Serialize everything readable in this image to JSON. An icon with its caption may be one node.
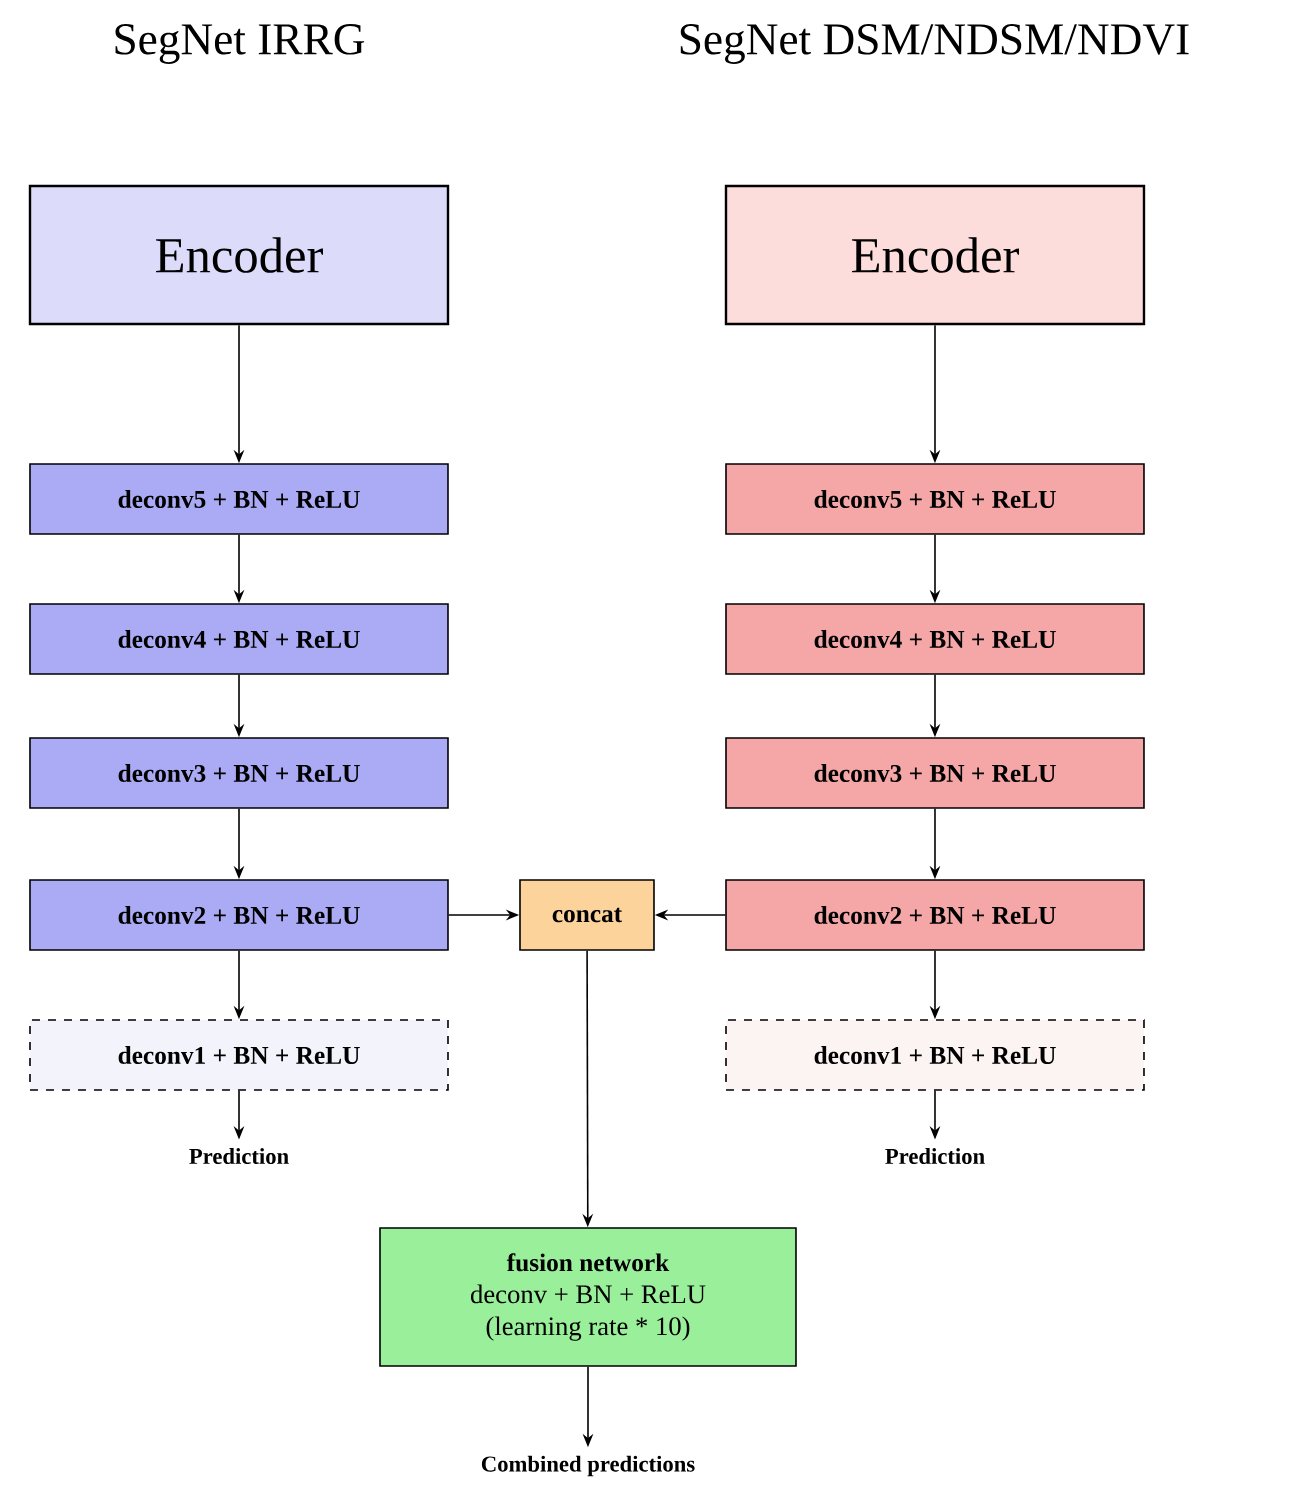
{
  "diagram": {
    "nodes": [
      {
        "text": [
          "Encoder"
        ]
      },
      {
        "text": [
          "deconv5 + BN + ReLU"
        ]
      },
      {
        "text": [
          "deconv4 + BN + ReLU"
        ]
      },
      {
        "text": [
          "deconv3 + BN + ReLU"
        ]
      },
      {
        "text": [
          "deconv2 + BN + ReLU"
        ]
      },
      {
        "text": [
          "deconv1 + BN + ReLU"
        ]
      },
      {
        "text": [
          "Prediction"
        ]
      },
      {
        "text": [
          "Encoder"
        ]
      },
      {
        "text": [
          "deconv5 + BN + ReLU"
        ]
      },
      {
        "text": [
          "deconv4 + BN + ReLU"
        ]
      },
      {
        "text": [
          "deconv3 + BN + ReLU"
        ]
      },
      {
        "text": [
          "deconv2 + BN + ReLU"
        ]
      },
      {
        "text": [
          "deconv1 + BN + ReLU"
        ]
      },
      {
        "text": [
          "Prediction"
        ]
      },
      {
        "text": [
          "concat"
        ]
      },
      {
        "text": [
          "fusion network",
          "deconv + BN + ReLU",
          "(learning rate * 10)"
        ]
      },
      {
        "text": [
          "Combined predictions"
        ]
      }
    ],
    "edges": [
      {
        "from": 0,
        "to": 1,
        "arrow": "to"
      },
      {
        "from": 1,
        "to": 2,
        "arrow": "to"
      },
      {
        "from": 2,
        "to": 3,
        "arrow": "to"
      },
      {
        "from": 3,
        "to": 4,
        "arrow": "to"
      },
      {
        "from": 4,
        "to": 5,
        "arrow": "to"
      },
      {
        "from": 5,
        "to": 6,
        "arrow": "to"
      },
      {
        "from": 7,
        "to": 8,
        "arrow": "to"
      },
      {
        "from": 8,
        "to": 9,
        "arrow": "to"
      },
      {
        "from": 9,
        "to": 10,
        "arrow": "to"
      },
      {
        "from": 10,
        "to": 11,
        "arrow": "to"
      },
      {
        "from": 11,
        "to": 12,
        "arrow": "to"
      },
      {
        "from": 12,
        "to": 13,
        "arrow": "to"
      },
      {
        "from": 4,
        "to": 14,
        "arrow": "to"
      },
      {
        "from": 11,
        "to": 14,
        "arrow": "to"
      },
      {
        "from": 14,
        "to": 15,
        "arrow": "to"
      },
      {
        "from": 15,
        "to": 16,
        "arrow": "to"
      }
    ],
    "labels": [
      "SegNet IRRG",
      "SegNet DSM/NDSM/NDVI"
    ]
  }
}
